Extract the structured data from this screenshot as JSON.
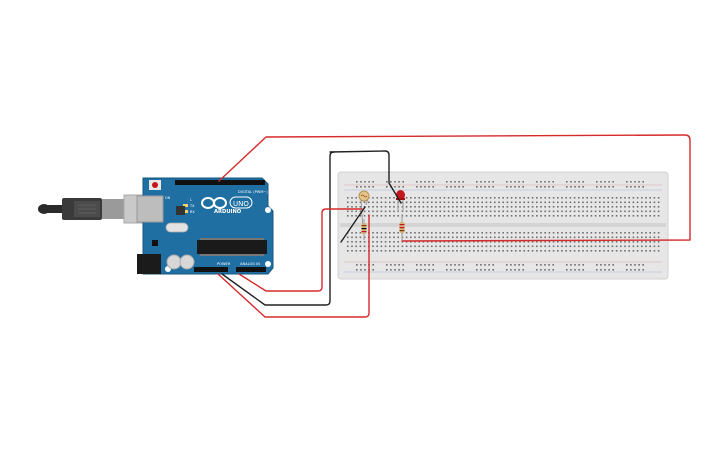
{
  "board": {
    "brand": "ARDUINO",
    "model": "UNO",
    "digital_header_label": "DIGITAL (PWM~)",
    "power_header_label": "POWER",
    "analog_header_label": "ANALOG IN",
    "on_label": "ON",
    "tx_label": "TX",
    "rx_label": "RX",
    "l_label": "L"
  },
  "icons": {
    "usb_cable": "usb-cable-icon",
    "led": "led-icon",
    "photoresistor": "photoresistor-icon",
    "resistor": "resistor-icon",
    "logo": "infinity-logo-icon"
  },
  "colors": {
    "board_blue": "#1f6fa3",
    "wire_red": "#d62a2a",
    "wire_black": "#222222",
    "breadboard": "#e6e6e6",
    "led_red": "#c4161c",
    "resistor_body": "#d6b27a"
  }
}
